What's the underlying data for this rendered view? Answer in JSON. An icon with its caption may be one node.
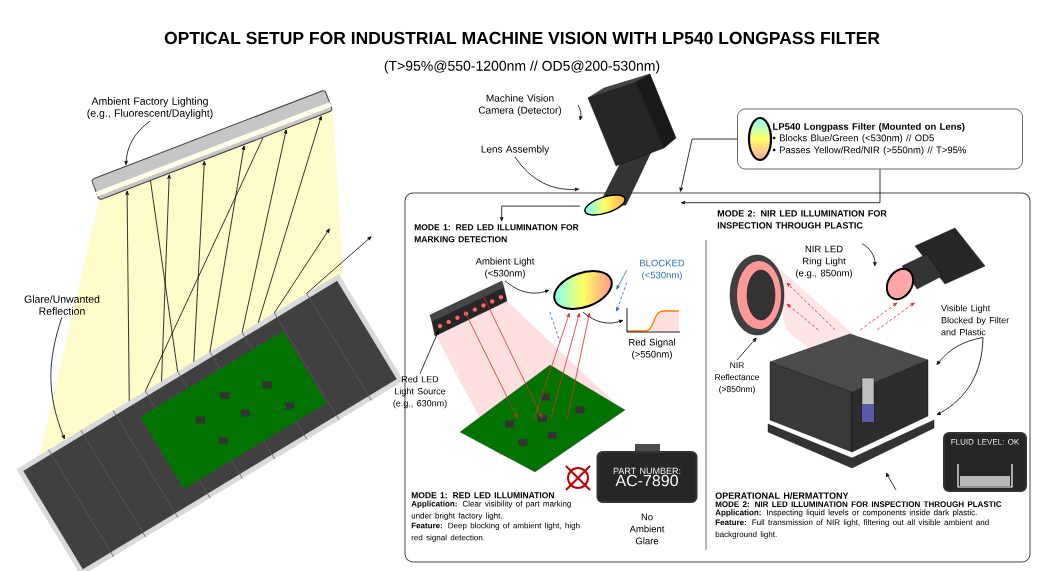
{
  "diagram": {
    "title": "OPTICAL SETUP FOR INDUSTRIAL MACHINE VISION WITH LP540 LONGPASS FILTER",
    "nodes": [
      {
        "text": [
          "Ambient Factory Lighting (e.g., Fluorescent/Daylight)"
        ]
      },
      {
        "text": [],
        "shape": "picture"
      },
      {
        "text": [
          "Glare/Unwanted Reflection"
        ]
      },
      {
        "text": [],
        "shape": "picture"
      },
      {
        "text": [
          "Machine Vision Camera (Detector)"
        ]
      },
      {
        "text": [],
        "shape": "picture"
      },
      {
        "text": [
          "Lens Assembly"
        ]
      },
      {
        "text": [
          "LP540 Longpass Filter (Mounted on Lens)",
          "• Blocks Blue/Green (<530nm) // OD5",
          "• Passes Yellow/Red/NIR (>550nm) // T>95%"
        ]
      },
      {
        "text": [],
        "shape": "box"
      },
      {
        "text": [
          "MODE 1: RED LED ILLUMINATION FOR MARKING DETECTION"
        ],
        "in": 8
      },
      {
        "text": [
          "Ambient Light (<530nm)"
        ],
        "in": 8
      },
      {
        "text": [],
        "shape": "picture",
        "in": 8
      },
      {
        "text": [
          "BLOCKED (<530nm)"
        ],
        "in": 8
      },
      {
        "text": [],
        "shape": "picture",
        "beside": [
          "Red Signal (>550nm)"
        ],
        "in": 8
      },
      {
        "text": [],
        "shape": "picture",
        "in": 8
      },
      {
        "text": [
          "Red LED Light Source (e.g., 630nm)"
        ],
        "in": 8
      },
      {
        "text": [],
        "shape": "picture",
        "in": 8
      },
      {
        "text": [
          "PART NUMBER:",
          "AC-7890"
        ],
        "beside": [
          "No Ambient Glare"
        ],
        "in": 8
      },
      {
        "text": [],
        "shape": "picture",
        "in": 8
      },
      {
        "text": [
          "NIR LED Ring Light (e.g., 850nm)"
        ],
        "in": 8
      },
      {
        "text": [],
        "shape": "picture",
        "in": 8
      },
      {
        "text": [
          "NIR Reflectance (>850nm)"
        ],
        "in": 8
      },
      {
        "text": [],
        "shape": "picture",
        "in": 8
      },
      {
        "text": [
          "Visible Light Blocked by Filter and Plastic"
        ],
        "in": 8
      },
      {
        "text": [
          "FLUID LEVEL: OK"
        ],
        "in": 8
      }
    ],
    "edges": [
      {
        "from": 0,
        "to": 1,
        "arrow": "to"
      },
      {
        "from": 2,
        "to": 3,
        "arrow": "to"
      },
      {
        "from": 3,
        "to": 1,
        "arrow": "to"
      },
      {
        "from": 3,
        "to": 1,
        "arrow": "to"
      },
      {
        "from": 3,
        "to": 1,
        "arrow": "to"
      },
      {
        "from": 3,
        "to": 1,
        "arrow": "to"
      },
      {
        "from": 3,
        "to": 1,
        "arrow": "to"
      },
      {
        "from": 3,
        "to": 1,
        "arrow": "to"
      },
      {
        "from": 1,
        "to": 3,
        "arrow": "none"
      },
      {
        "from": 1,
        "to": 3,
        "arrow": "none"
      },
      {
        "from": 3,
        "to": null,
        "arrow": "to"
      },
      {
        "from": 3,
        "to": null,
        "arrow": "to"
      },
      {
        "from": 4,
        "to": 5,
        "arrow": "to"
      },
      {
        "from": 6,
        "to": 5,
        "arrow": "to"
      },
      {
        "from": 7,
        "to": 5,
        "arrow": "to"
      },
      {
        "from": 7,
        "to": 5,
        "arrow": "to"
      },
      {
        "from": 5,
        "to": 9,
        "arrow": "to"
      },
      {
        "from": 10,
        "to": 11,
        "arrow": "to"
      },
      {
        "from": 12,
        "to": 11,
        "arrow": "to",
        "color": "#2a6fb5"
      },
      {
        "from": 12,
        "to": 11,
        "arrow": "to",
        "style": "dashed",
        "color": "#2a6fb5"
      },
      {
        "from": 11,
        "to": null,
        "arrow": "none",
        "style": "dashed",
        "color": "#2a6fb5"
      },
      {
        "from": 11,
        "to": 13,
        "arrow": "to"
      },
      {
        "from": 14,
        "to": 16,
        "arrow": "to",
        "color": "#d03030"
      },
      {
        "from": 14,
        "to": 16,
        "arrow": "to",
        "color": "#d03030"
      },
      {
        "from": 16,
        "to": 11,
        "arrow": "to",
        "color": "#d03030"
      },
      {
        "from": 16,
        "to": 11,
        "arrow": "to",
        "color": "#d03030"
      },
      {
        "from": 16,
        "to": 11,
        "arrow": "to",
        "color": "#d03030"
      },
      {
        "from": 15,
        "to": 14,
        "arrow": "to"
      },
      {
        "from": 19,
        "to": 20,
        "arrow": "to"
      },
      {
        "from": 21,
        "to": 18,
        "arrow": "to"
      },
      {
        "from": 23,
        "to": 22,
        "arrow": "to"
      },
      {
        "from": 23,
        "to": 22,
        "arrow": "to"
      },
      {
        "from": 22,
        "to": 18,
        "arrow": "to",
        "style": "dashed",
        "color": "#d03030"
      },
      {
        "from": 22,
        "to": 18,
        "arrow": "to",
        "style": "dashed",
        "color": "#d03030"
      },
      {
        "from": 22,
        "to": 20,
        "arrow": "to",
        "style": "dashed",
        "color": "#d03030"
      },
      {
        "from": 22,
        "to": 20,
        "arrow": "to",
        "style": "dashed",
        "color": "#d03030"
      },
      {
        "from": null,
        "to": 22,
        "arrow": "to"
      }
    ],
    "labels": [
      "(T>95%@550-1200nm // OD5@200-530nm)",
      "MODE 2: NIR LED ILLUMINATION FOR INSPECTION THROUGH PLASTIC",
      "MODE 1: RED LED ILLUMINATION",
      "**Application:** Clear visibility of part marking under bright factory light.",
      "**Feature:** Deep blocking of ambient light, high red signal detection.",
      "OPERATIONAL H/ERMATTONY",
      "MODE 2: NIR LED ILLUMINATION FOR INSPECTION THROUGH PLASTIC",
      "**Application:** Inspecting liquid levels or components inside dark plastic.",
      "**Feature:** Full transmission of NIR light, filtering out all visible ambient and background light."
    ]
  }
}
